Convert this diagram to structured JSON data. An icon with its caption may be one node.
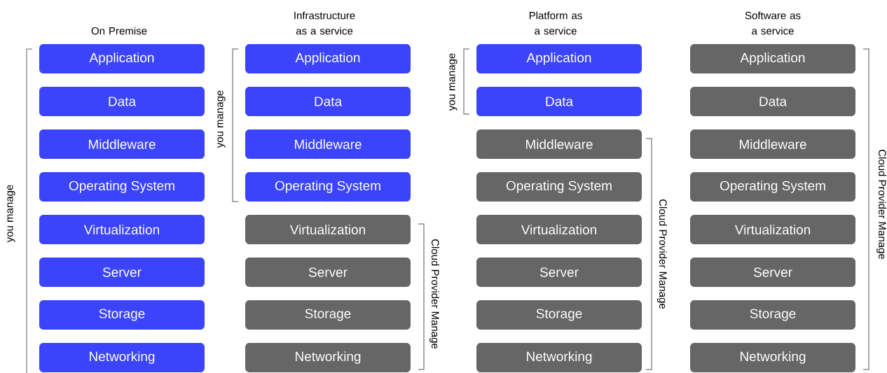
{
  "diagram": {
    "nodes": [
      {
        "text": [
          "Application"
        ]
      },
      {
        "text": [
          "Data"
        ]
      },
      {
        "text": [
          "Middleware"
        ]
      },
      {
        "text": [
          "Operating System"
        ]
      },
      {
        "text": [
          "Virtualization"
        ]
      },
      {
        "text": [
          "Server"
        ]
      },
      {
        "text": [
          "Storage"
        ]
      },
      {
        "text": [
          "Networking"
        ]
      },
      {
        "text": [
          "Application"
        ]
      },
      {
        "text": [
          "Data"
        ]
      },
      {
        "text": [
          "Middleware"
        ]
      },
      {
        "text": [
          "Operating System"
        ]
      },
      {
        "text": [
          "Virtualization"
        ]
      },
      {
        "text": [
          "Server"
        ]
      },
      {
        "text": [
          "Storage"
        ]
      },
      {
        "text": [
          "Networking"
        ]
      },
      {
        "text": [
          "Application"
        ]
      },
      {
        "text": [
          "Data"
        ]
      },
      {
        "text": [
          "Middleware"
        ]
      },
      {
        "text": [
          "Operating System"
        ]
      },
      {
        "text": [
          "Virtualization"
        ]
      },
      {
        "text": [
          "Server"
        ]
      },
      {
        "text": [
          "Storage"
        ]
      },
      {
        "text": [
          "Networking"
        ]
      },
      {
        "text": [
          "Application"
        ]
      },
      {
        "text": [
          "Data"
        ]
      },
      {
        "text": [
          "Middleware"
        ]
      },
      {
        "text": [
          "Operating System"
        ]
      },
      {
        "text": [
          "Virtualization"
        ]
      },
      {
        "text": [
          "Server"
        ]
      },
      {
        "text": [
          "Storage"
        ]
      },
      {
        "text": [
          "Networking"
        ]
      }
    ],
    "labels": [
      "On Premise",
      "Infrastructure as a service",
      "Platform as a service",
      "Software as a service",
      "you manage",
      "you manage",
      "Cloud Provider Manage",
      "you manage",
      "Cloud Provider Manage",
      "Cloud Provider Manage"
    ]
  }
}
